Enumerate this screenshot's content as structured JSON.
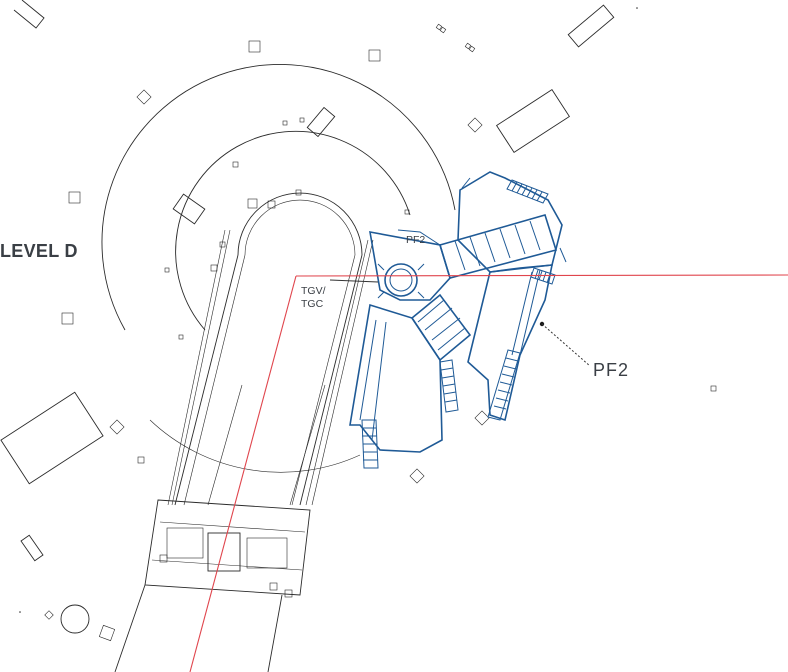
{
  "labels": {
    "level": "LEVEL D",
    "pf2_small": "PF2",
    "tgv_line1": "TGV/",
    "tgv_line2": "TGC",
    "pf2_callout": "PF2"
  },
  "colors": {
    "background": "#ffffff",
    "linework": "#2b2b2b",
    "highlight": "#1f5a96",
    "section_line": "#e0454d"
  }
}
